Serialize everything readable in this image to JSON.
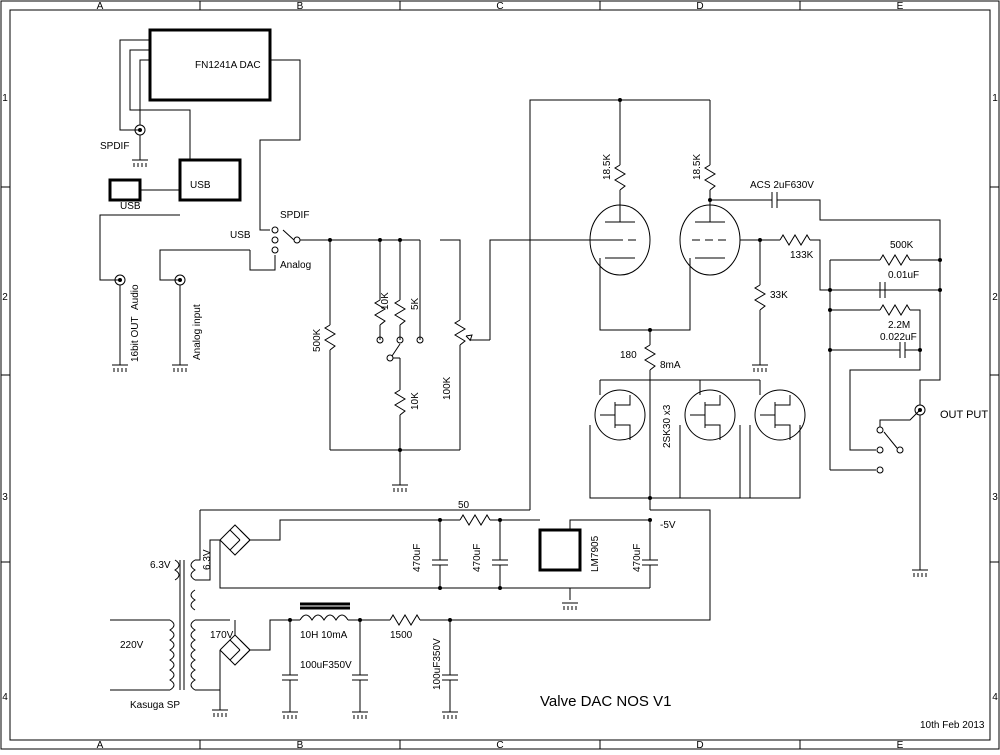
{
  "frame": {
    "col_labels": [
      "A",
      "B",
      "C",
      "D",
      "E"
    ],
    "row_labels": [
      "1",
      "2",
      "3",
      "4"
    ]
  },
  "blocks": {
    "dac": "FN1241A DAC",
    "usb_module": "USB",
    "usb_connector": "USB",
    "regulator": "LM7905"
  },
  "labels": {
    "spdif_in": "SPDIF",
    "sw_usb": "USB",
    "sw_spdif": "SPDIF",
    "sw_analog": "Analog",
    "out_16bit": "16bit OUT",
    "audio": "Audio",
    "analog_input": "Analog input",
    "r_500k": "500K",
    "r_10k_a": "10K",
    "r_5k": "5K",
    "r_10k_b": "10K",
    "r_100k": "100K",
    "r_18k5_a": "18.5K",
    "r_18k5_b": "18.5K",
    "cap_acs": "ACS 2uF630V",
    "r_133k": "133K",
    "r_33k": "33K",
    "fb_500k": "500K",
    "fb_c1": "0.01uF",
    "fb_2m2": "2.2M",
    "fb_c2": "0.022uF",
    "r_180": "180",
    "i_8ma": "8mA",
    "jfet": "2SK30 x3",
    "output": "OUT PUT",
    "r_50": "50",
    "neg5v": "-5V",
    "c_470_a": "470uF",
    "c_470_b": "470uF",
    "c_470_c": "470uF",
    "v_63_a": "6.3V",
    "v_63_b": "6.3V",
    "v_220": "220V",
    "v_170": "170V",
    "choke": "10H 10mA",
    "r_1500": "1500",
    "c_100_a": "100uF350V",
    "c_100_b": "100uF350V",
    "transformer": "Kasuga SP"
  },
  "title": "Valve DAC NOS V1",
  "date": "10th Feb 2013"
}
